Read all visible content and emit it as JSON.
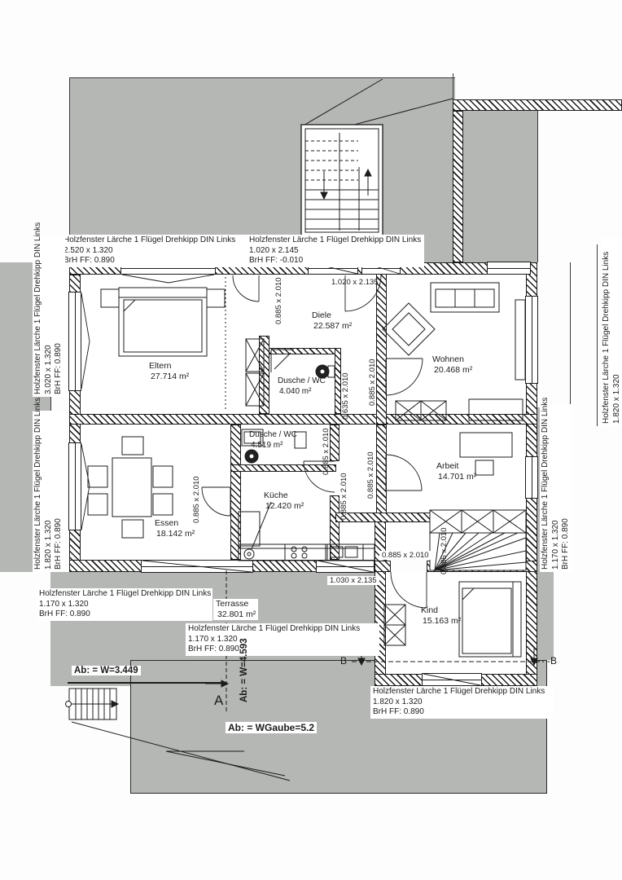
{
  "rooms": {
    "eltern": {
      "name": "Eltern",
      "area": "27.714 m²"
    },
    "diele": {
      "name": "Diele",
      "area": "22.587 m²"
    },
    "wohnen": {
      "name": "Wohnen",
      "area": "20.468 m²"
    },
    "dusche_og": {
      "name": "Dusche / WC",
      "area": "4.040 m²"
    },
    "dusche_ug": {
      "name": "Dusche / WC",
      "area": "4.519 m²"
    },
    "essen": {
      "name": "Essen",
      "area": "18.142 m²"
    },
    "kueche": {
      "name": "Küche",
      "area": "12.420 m²"
    },
    "arbeit": {
      "name": "Arbeit",
      "area": "14.701 m²"
    },
    "kind": {
      "name": "Kind",
      "area": "15.163 m²"
    },
    "terrasse": {
      "name": "Terrasse",
      "area": "32.801 m²"
    }
  },
  "window_labels": {
    "top_left": {
      "product": "Holzfenster Lärche 1 Flügel Drehkipp DIN Links",
      "size": "2.520 x 1.320",
      "brh": "BrH FF: 0.890"
    },
    "top_center": {
      "product": "Holzfenster Lärche 1 Flügel Drehkipp DIN Links",
      "size": "1.020 x 2.145",
      "brh": "BrH FF: -0.010"
    },
    "left_upper": {
      "product": "Holzfenster Lärche 1 Flügel Drehkipp DIN Links",
      "size": "3.020 x 1.320",
      "brh": "BrH FF: 0.890"
    },
    "left_lower": {
      "product": "Holzfenster Lärche 1 Flügel Drehkipp DIN Links",
      "size": "1.820 x 1.320",
      "brh": "BrH FF: 0.890"
    },
    "right_outer": {
      "product": "Holzfenster Lärche 1 Flügel Drehkipp DIN Links",
      "size": "1.820 x 1.320"
    },
    "right_mid": {
      "product": "Holzfenster Lärche 1 Flügel Drehkipp DIN Links",
      "size": "1.170 x 1.320",
      "brh": "BrH FF: 0.890"
    },
    "bottom_left": {
      "product": "Holzfenster Lärche 1 Flügel Drehkipp DIN Links",
      "size": "1.170 x 1.320",
      "brh": "BrH FF: 0.890"
    },
    "bottom_center": {
      "product": "Holzfenster Lärche 1 Flügel Drehkipp DIN Links",
      "size": "1.170 x 1.320",
      "brh": "BrH FF: 0.890"
    },
    "bottom_right": {
      "product": "Holzfenster Lärche 1 Flügel Drehkipp DIN Links",
      "size": "1.820 x 1.320",
      "brh": "BrH FF: 0.890"
    }
  },
  "dims": {
    "diele_top_door": "1.020 x 2.135",
    "eltern_door": "0.885 x 2.010",
    "wohnen_door": "0.885 x 2.010",
    "dusche_og_door": "0.635 x 2.010",
    "dusche_ug_door": "0.885 x 2.010",
    "kueche_door_1": "0.885 x 2.010",
    "kueche_door_2": "0.885 x 2.010",
    "essen_door": "0.885 x 2.010",
    "stair_door": "0.885 x 2.010",
    "kind_door": "0.885 x 2.010",
    "terrace_door": "1.030 x 2.135"
  },
  "annotations": {
    "ab_w3449": "Ab: = W=3.449",
    "ab_w4593": "Ab: = W=4.593",
    "ab_wgaube": "Ab: = WGaube=5.2",
    "section_a": "A",
    "section_b_left": "B",
    "section_b_right": "-B"
  },
  "colors": {
    "roof_gray": "#b4b7b3",
    "line": "#1c1c1c"
  }
}
